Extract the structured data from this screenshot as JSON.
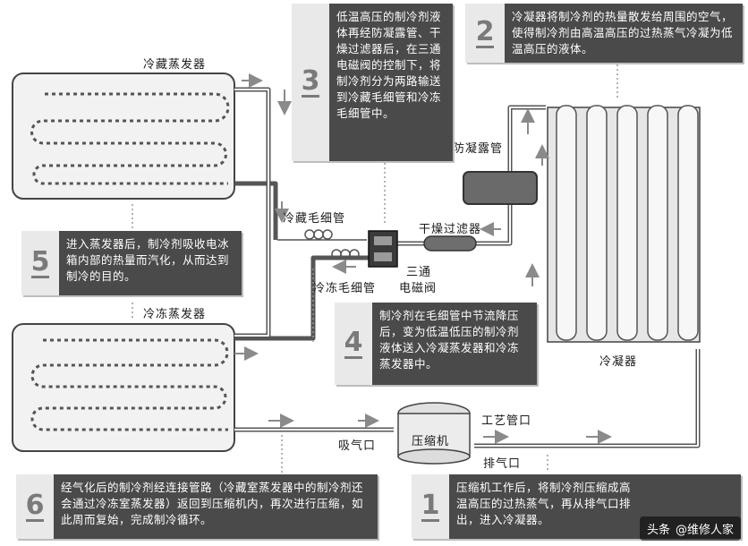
{
  "labels": {
    "refrig_evaporator": "冷藏蒸发器",
    "freezer_evaporator": "冷冻蒸发器",
    "refrig_capillary": "冷藏毛细管",
    "freezer_capillary": "冷冻毛细管",
    "anti_condensation_pipe": "防凝露管",
    "dryer_filter": "干燥过滤器",
    "three_way_valve_line1": "三通",
    "three_way_valve_line2": "电磁阀",
    "condenser": "冷凝器",
    "compressor": "压缩机",
    "process_pipe": "工艺管口",
    "suction_port": "吸气口",
    "discharge_port": "排气口"
  },
  "steps": [
    {
      "num": "1",
      "text": "压缩机工作后，将制冷剂压缩成高温高压的过热蒸气，再从排气口排出，进入冷凝器。"
    },
    {
      "num": "2",
      "text": "冷凝器将制冷剂的热量散发给周围的空气，使得制冷剂由高温高压的过热蒸气冷凝为低温高压的液体。"
    },
    {
      "num": "3",
      "text": "低温高压的制冷剂液体再经防凝露管、干燥过滤器后，在三通电磁阀的控制下，将制冷剂分为两路输送到冷藏毛细管和冷冻毛细管中。"
    },
    {
      "num": "4",
      "text": "制冷剂在毛细管中节流降压后，变为低温低压的制冷剂液体送入冷凝蒸发器和冷冻蒸发器中。"
    },
    {
      "num": "5",
      "text": "进入蒸发器后，制冷剂吸收电冰箱内部的热量而汽化，从而达到制冷的目的。"
    },
    {
      "num": "6",
      "text": "经气化后的制冷剂经连接管路（冷藏室蒸发器中的制冷剂还会通过冷冻室蒸发器）返回到压缩机内，再次进行压缩，如此周而复始，完成制冷循环。"
    }
  ],
  "watermark": {
    "prefix": "头条",
    "handle": "@维修人家"
  }
}
